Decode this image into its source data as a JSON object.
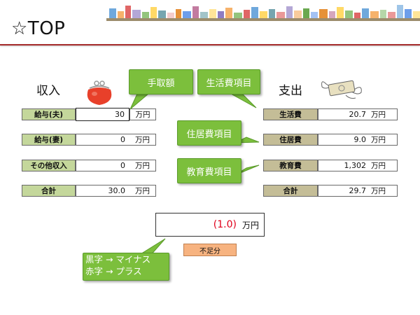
{
  "header": {
    "title": "☆TOP",
    "accent_color": "#a52a2a"
  },
  "income": {
    "heading": "収入",
    "rows": [
      {
        "label": "給与(夫)",
        "value": "30",
        "unit": "万円"
      },
      {
        "label": "給与(妻)",
        "value": "0",
        "unit": "万円"
      },
      {
        "label": "その他収入",
        "value": "0",
        "unit": "万円"
      },
      {
        "label": "合計",
        "value": "30.0",
        "unit": "万円"
      }
    ],
    "label_color": "#c4d79b"
  },
  "expense": {
    "heading": "支出",
    "rows": [
      {
        "label": "生活費",
        "value": "20.7",
        "unit": "万円"
      },
      {
        "label": "住居費",
        "value": "9.0",
        "unit": "万円"
      },
      {
        "label": "教育費",
        "value": "1,302",
        "unit": "万円"
      },
      {
        "label": "合計",
        "value": "29.7",
        "unit": "万円"
      }
    ],
    "label_color": "#c4bd97"
  },
  "callouts": {
    "take_home": "手取額",
    "living_items": "生活費項目",
    "housing_items": "住居費項目",
    "education_items": "教育費項目",
    "legend_line1": "黒字 → マイナス",
    "legend_line2": "赤字 → プラス",
    "color": "#7cbf3c"
  },
  "balance": {
    "value": "(1.0)",
    "unit": "万円",
    "value_color": "#e0001b",
    "status": "不足分",
    "status_color": "#f7b380"
  },
  "icons": {
    "income_icon": "coin-purse-icon",
    "expense_icon": "flying-money-icon",
    "banner": "city-skyline-icon"
  }
}
